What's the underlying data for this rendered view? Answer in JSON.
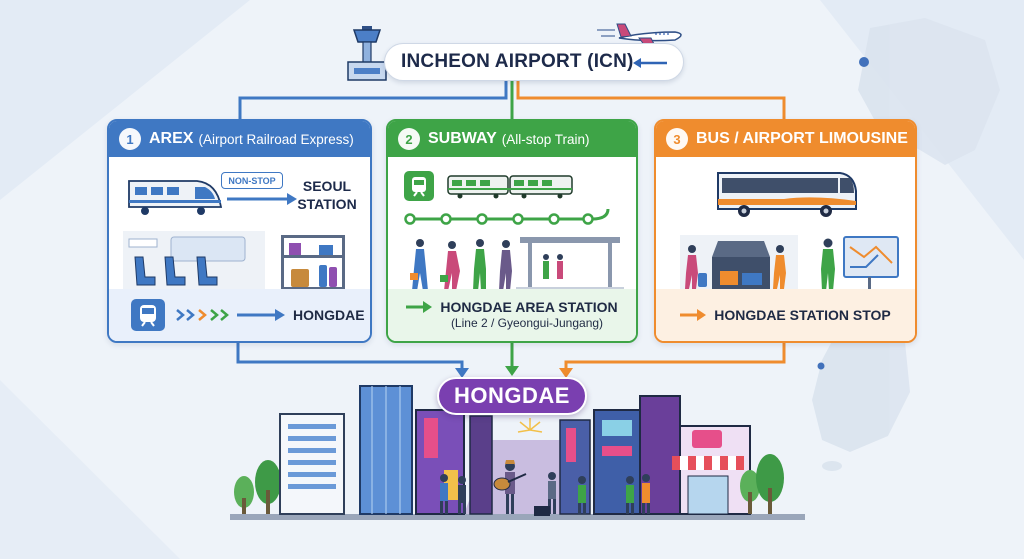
{
  "airport": {
    "name": "INCHEON AIRPORT (ICN)"
  },
  "routes": [
    {
      "number": "1",
      "name": "AREX",
      "note": "(Airport Railroad Express)",
      "badge": "NON-STOP",
      "destination_line1": "SEOUL",
      "destination_line2": "STATION",
      "footer": "HONGDAE",
      "color": "#3f78c3"
    },
    {
      "number": "2",
      "name": "SUBWAY",
      "note": "(All-stop Train)",
      "footer": "HONGDAE AREA STATION",
      "footer_sub": "(Line 2 / Gyeongui-Jungang)",
      "color": "#3ea447"
    },
    {
      "number": "3",
      "name": "BUS / AIRPORT LIMOUSINE",
      "footer": "HONGDAE STATION STOP",
      "color": "#ef8c2e"
    }
  ],
  "destination": {
    "name": "HONGDAE",
    "color": "#7a3fb0"
  },
  "icons": [
    "control-tower-icon",
    "airplane-icon",
    "train-icon",
    "bus-icon",
    "korea-map-icon",
    "street-performer-icon"
  ]
}
